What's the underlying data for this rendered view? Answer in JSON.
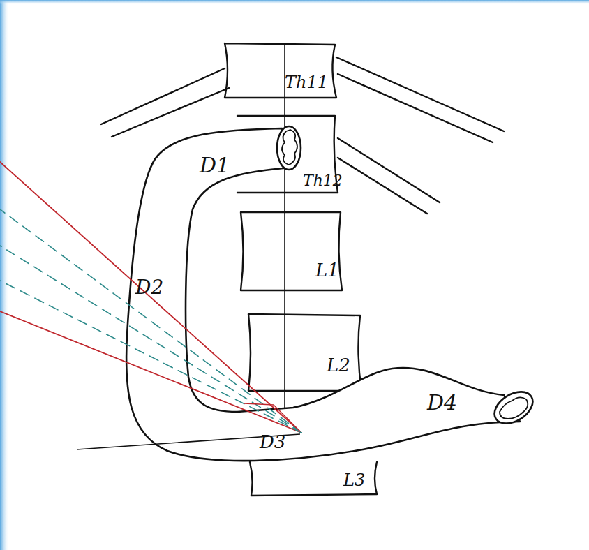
{
  "diagram": {
    "labels": [
      "Th11",
      "D1",
      "Th12",
      "L1",
      "D2",
      "L2",
      "D4",
      "D3",
      "L3"
    ]
  }
}
